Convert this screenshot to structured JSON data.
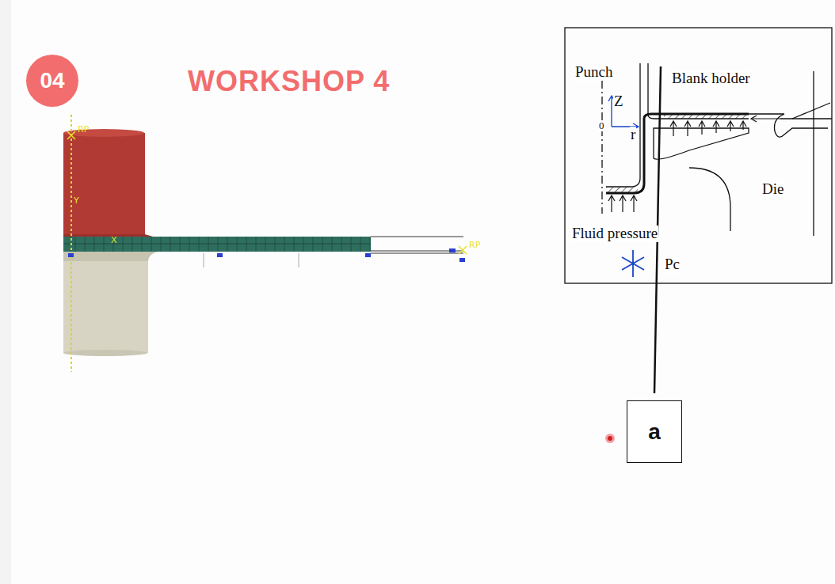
{
  "diagram": {
    "title": "WORKSHOP 4",
    "nodes": [
      {
        "text": [
          "04"
        ]
      },
      {
        "text": [
          "a"
        ]
      }
    ],
    "edges": [],
    "labels": [
      "RP",
      "Y",
      "X",
      "RP",
      "Punch",
      "Blank holder",
      "Z",
      "0",
      "r",
      "Die",
      "Fluid pressure",
      "Pc"
    ]
  }
}
